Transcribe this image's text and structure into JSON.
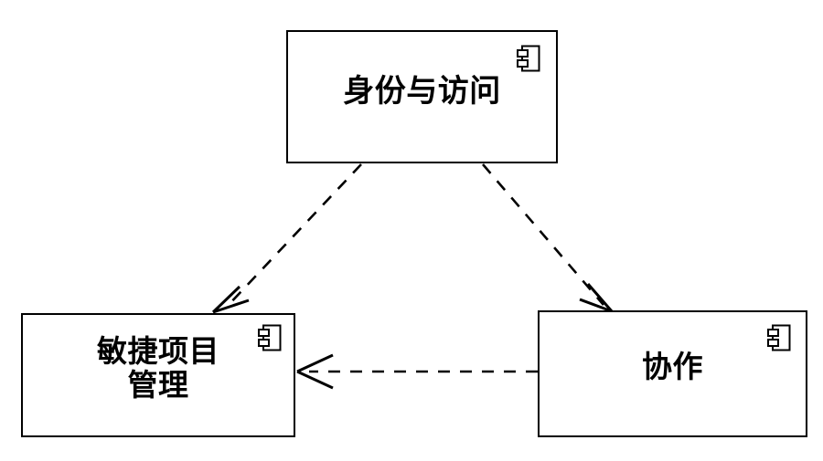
{
  "diagram": {
    "type": "uml-component-diagram",
    "background_color": "#ffffff",
    "stroke_color": "#000000",
    "text_color": "#000000",
    "components": [
      {
        "id": "identity",
        "label": "身份与访问",
        "icon": "uml-component-icon"
      },
      {
        "id": "agile",
        "label": "敏捷项目\n管理",
        "icon": "uml-component-icon"
      },
      {
        "id": "collab",
        "label": "协作",
        "icon": "uml-component-icon"
      }
    ],
    "connections": [
      {
        "id": "identity-to-agile",
        "from": "identity",
        "to": "agile",
        "style": "dashed",
        "arrowhead": "open",
        "label": ""
      },
      {
        "id": "identity-to-collab",
        "from": "identity",
        "to": "collab",
        "style": "dashed",
        "arrowhead": "open",
        "label": ""
      },
      {
        "id": "collab-to-agile",
        "from": "collab",
        "to": "agile",
        "style": "dashed",
        "arrowhead": "open",
        "label": ""
      }
    ]
  }
}
